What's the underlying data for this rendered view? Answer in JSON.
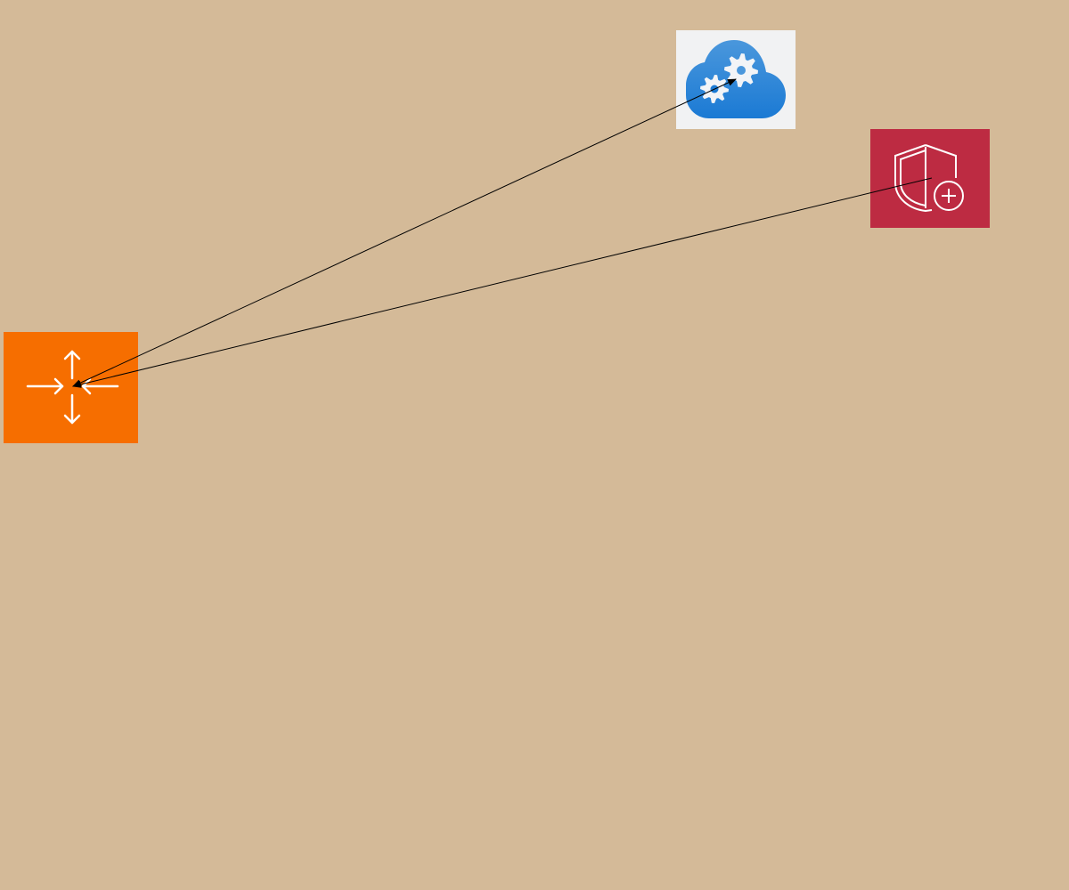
{
  "colors": {
    "canvas_background": "#d4ba98",
    "cloud_tile_background": "#f1f2f3",
    "cloud_gradient_top": "#4a97dc",
    "cloud_gradient_bottom": "#1b7ad4",
    "gear_fill": "#f2f4f7",
    "shield_tile_background": "#bd2b42",
    "shield_stroke": "#ffffff",
    "load_balancer_tile_background": "#f66e00",
    "load_balancer_stroke": "#ffffff",
    "edge_stroke": "#000000"
  },
  "nodes": [
    {
      "id": "cloud-services",
      "icon": "cloud-gears-icon"
    },
    {
      "id": "security-shield",
      "icon": "shield-plus-icon"
    },
    {
      "id": "load-balancer",
      "icon": "arrows-converge-icon"
    }
  ],
  "edges": [
    {
      "from": "load-balancer",
      "to": "cloud-services",
      "arrowhead": "both"
    },
    {
      "from": "security-shield",
      "to": "load-balancer",
      "arrowhead": "end"
    }
  ]
}
